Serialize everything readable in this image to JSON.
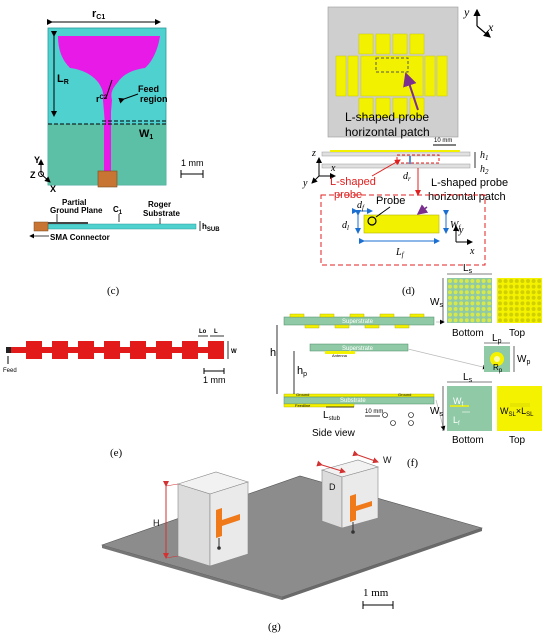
{
  "panel_c": {
    "caption": "(c)",
    "label_rc1": "r",
    "label_rc1_sub": "C1",
    "label_rc2": "r",
    "label_rc2_sub": "C2",
    "label_lr": "L",
    "label_lr_sub": "R",
    "label_w1": "W",
    "label_w1_sub": "1",
    "feed_region": "Feed",
    "feed_region2": "region",
    "axis_y": "Y",
    "axis_z": "Z",
    "axis_x": "X",
    "scale": "1 mm",
    "partial_ground": "Partial",
    "partial_ground2": "Ground Plane",
    "c1": "C",
    "c1_sub": "1",
    "roger": "Roger",
    "roger2": "Substrate",
    "sma": "SMA Connector",
    "hsub": "h",
    "hsub_sub": "SUB",
    "colors": {
      "patch": "#e81ae8",
      "substrate": "#4fd1cf",
      "ground": "#5ebd9f",
      "connector": "#c87533"
    }
  },
  "panel_d": {
    "caption": "(d)",
    "axis_y": "y",
    "axis_x": "x",
    "axis_z": "z",
    "probe_label": "L-shaped probe",
    "patch_label": "horizontal patch",
    "scale": "10 mm",
    "h1": "h",
    "h1_sub": "1",
    "h2": "h",
    "h2_sub": "2",
    "dr": "d",
    "dr_sub": "r",
    "red_probe": "L-shaped",
    "red_probe2": "probe",
    "callout_probe": "L-shaped probe",
    "callout_patch": "horizontal patch",
    "probe": "Probe",
    "df": "d",
    "df_sub": "f",
    "dl": "d",
    "dl_sub": "l",
    "wf": "W",
    "wf_sub": "f",
    "lf": "L",
    "lf_sub": "f",
    "colors": {
      "patch": "#f2f200",
      "ground": "#cfcfcf",
      "highlight": "#e02020",
      "arrow": "#7a2f8f"
    }
  },
  "panel_e": {
    "caption": "(e)",
    "lo": "Lo",
    "l": "L",
    "w": "W",
    "feed": "Feed",
    "scale": "1 mm",
    "colors": {
      "line": "#e21a1a"
    }
  },
  "panel_f": {
    "caption": "(f)",
    "superstrate1": "Superstrate",
    "superstrate2": "Superstrate",
    "antenna": "Antenna",
    "substrate": "Substrate",
    "ground": "Ground",
    "feedline": "Feedline",
    "h": "h",
    "hp": "h",
    "hp_sub": "p",
    "lstub": "L",
    "lstub_sub": "stub",
    "side_view": "Side view",
    "scale": "10 mm",
    "ls": "L",
    "ls_sub": "s",
    "ws": "W",
    "ws_sub": "s",
    "bottom": "Bottom",
    "top": "Top",
    "lp": "L",
    "lp_sub": "p",
    "wp": "W",
    "wp_sub": "p",
    "rp": "R",
    "rp_sub": "p",
    "ls2": "L",
    "ls2_sub": "s",
    "ws2": "W",
    "ws2_sub": "s",
    "wf": "W",
    "wf_sub": "f",
    "lf": "L",
    "lf_sub": "f",
    "bottom2": "Bottom",
    "top2": "Top",
    "wsl": "W",
    "wsl_sub": "SL",
    "times": "×",
    "lsl": "L",
    "lsl_sub": "SL",
    "colors": {
      "board": "#8fc9a6",
      "yellow": "#f5f200",
      "dot": "#d7e84a"
    }
  },
  "panel_g": {
    "caption": "(g)",
    "h": "H",
    "d": "D",
    "w": "W",
    "scale": "1 mm",
    "colors": {
      "plane": "#8c8c8c",
      "block": "#e6e6e6",
      "antenna": "#f07a1a",
      "dim": "#d23232"
    }
  }
}
